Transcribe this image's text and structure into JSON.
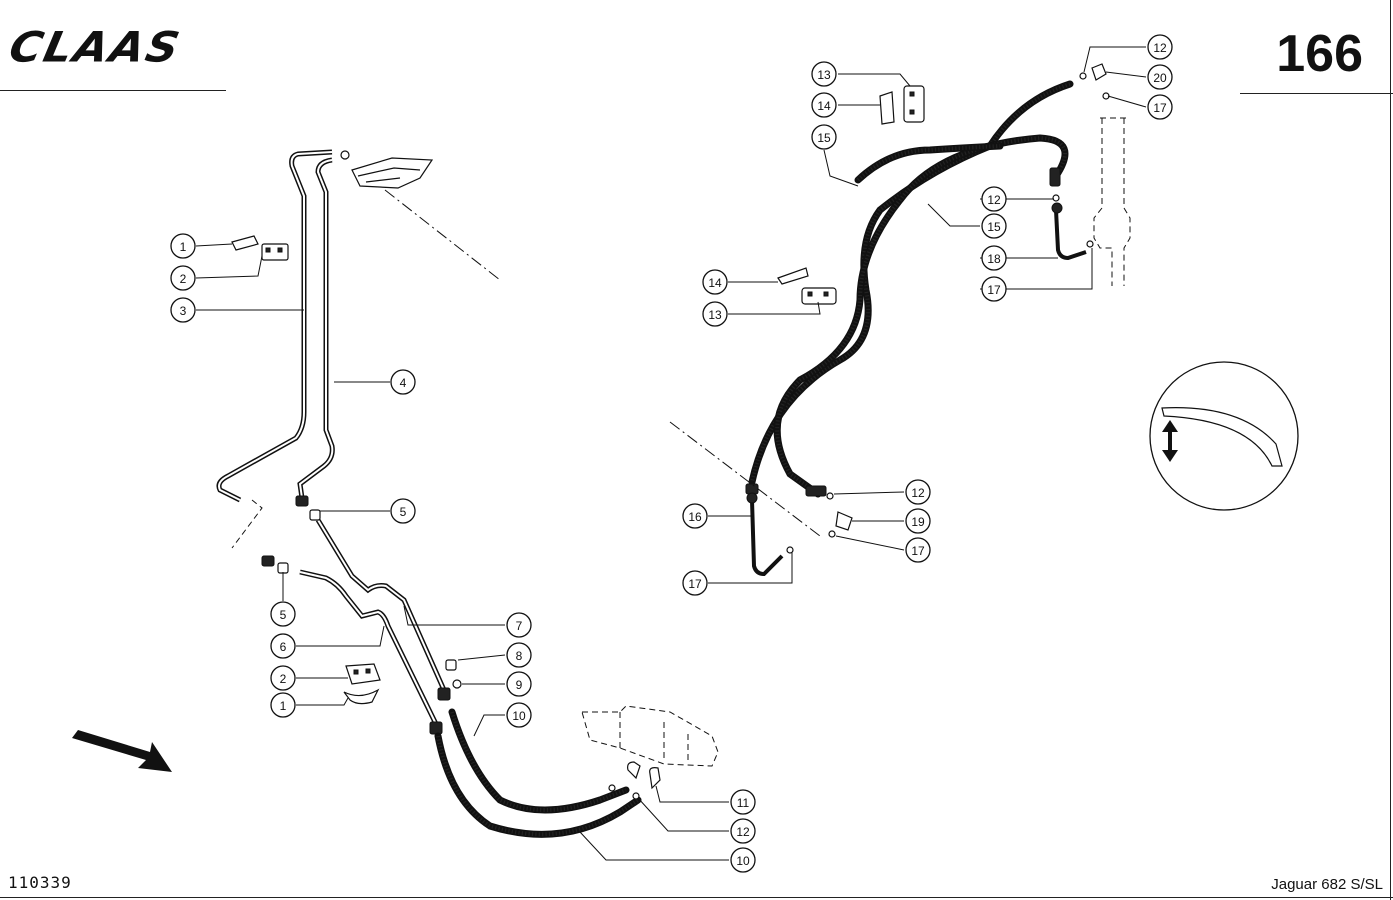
{
  "header": {
    "brand": "CLAAS",
    "page_number": "166"
  },
  "footer": {
    "drawing_number": "110339",
    "model": "Jaguar 682 S/SL"
  },
  "callouts": [
    {
      "label": "1"
    },
    {
      "label": "2"
    },
    {
      "label": "3"
    },
    {
      "label": "4"
    },
    {
      "label": "5"
    },
    {
      "label": "5"
    },
    {
      "label": "6"
    },
    {
      "label": "2"
    },
    {
      "label": "1"
    },
    {
      "label": "7"
    },
    {
      "label": "8"
    },
    {
      "label": "9"
    },
    {
      "label": "10"
    },
    {
      "label": "11"
    },
    {
      "label": "12"
    },
    {
      "label": "10"
    },
    {
      "label": "13"
    },
    {
      "label": "14"
    },
    {
      "label": "15"
    },
    {
      "label": "15"
    },
    {
      "label": "14"
    },
    {
      "label": "13"
    },
    {
      "label": "12"
    },
    {
      "label": "20"
    },
    {
      "label": "17"
    },
    {
      "label": "12"
    },
    {
      "label": "18"
    },
    {
      "label": "17"
    },
    {
      "label": "12"
    },
    {
      "label": "19"
    },
    {
      "label": "17"
    },
    {
      "label": "16"
    },
    {
      "label": "17"
    }
  ],
  "icons": {
    "direction": "arrow-icon",
    "movement": "double-arrow-icon"
  }
}
